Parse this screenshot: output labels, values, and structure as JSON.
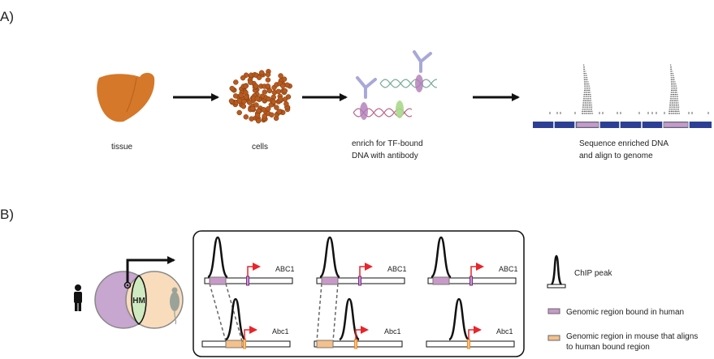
{
  "panel_a": {
    "label": "A)",
    "steps": [
      {
        "label_lines": [
          "tissue"
        ]
      },
      {
        "label_lines": [
          "cells"
        ]
      },
      {
        "label_lines": [
          "enrich for TF-bound",
          "DNA with antibody"
        ]
      },
      {
        "label_lines": [
          "Sequence enriched DNA",
          "and align to genome"
        ]
      }
    ]
  },
  "panel_b": {
    "label": "B)",
    "venn": {
      "overlap_label": "HM"
    },
    "scenarios": [
      {
        "human_gene": "ABC1",
        "mouse_gene": "Abc1"
      },
      {
        "human_gene": "ABC1",
        "mouse_gene": "Abc1"
      },
      {
        "human_gene": "ABC1",
        "mouse_gene": "Abc1"
      }
    ],
    "legend": {
      "chip_peak": "ChIP peak",
      "human_region": "Genomic region bound in human",
      "mouse_region_lines": [
        "Genomic region in mouse that aligns",
        "to human bound region"
      ]
    }
  },
  "colors": {
    "liver": "#d5782a",
    "cell": "#b85a1e",
    "human_region": "#c89ac8",
    "mouse_region": "#f5c08a",
    "promoter_arrow": "#e8252a",
    "genome_bar": "#2c3f94",
    "human_circle": "#c7a6d0",
    "mouse_circle": "#f9dcbc",
    "overlap": "#cfe9c0"
  }
}
